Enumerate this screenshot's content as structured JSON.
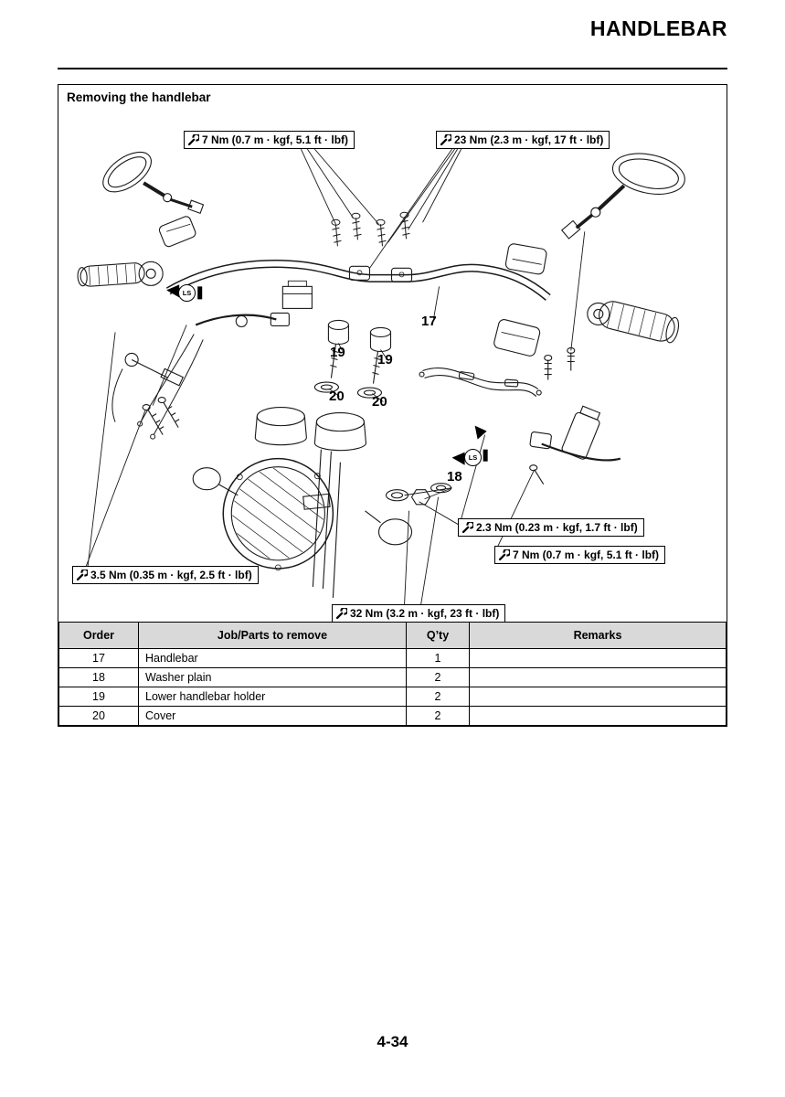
{
  "page": {
    "header_title": "HANDLEBAR",
    "page_number": "4-34"
  },
  "figure": {
    "title": "Removing the handlebar",
    "ls_label": "LS",
    "torque_callouts": [
      {
        "text": "7 Nm (0.7 m · kgf, 5.1 ft · lbf)"
      },
      {
        "text": "23 Nm (2.3 m · kgf, 17 ft · lbf)"
      },
      {
        "text": "2.3 Nm (0.23 m · kgf, 1.7 ft · lbf)"
      },
      {
        "text": "7 Nm (0.7 m · kgf, 5.1 ft · lbf)"
      },
      {
        "text": "3.5 Nm (0.35 m · kgf, 2.5 ft · lbf)"
      },
      {
        "text": "32 Nm (3.2 m · kgf, 23 ft · lbf)"
      }
    ],
    "part_labels": [
      {
        "text": "17"
      },
      {
        "text": "19"
      },
      {
        "text": "19"
      },
      {
        "text": "20"
      },
      {
        "text": "20"
      },
      {
        "text": "18"
      }
    ]
  },
  "table": {
    "headers": [
      "Order",
      "Job/Parts to remove",
      "Q’ty",
      "Remarks"
    ],
    "rows": [
      {
        "order": "17",
        "job": "Handlebar",
        "qty": "1",
        "remarks": ""
      },
      {
        "order": "18",
        "job": "Washer plain",
        "qty": "2",
        "remarks": ""
      },
      {
        "order": "19",
        "job": "Lower handlebar holder",
        "qty": "2",
        "remarks": ""
      },
      {
        "order": "20",
        "job": "Cover",
        "qty": "2",
        "remarks": ""
      }
    ]
  }
}
